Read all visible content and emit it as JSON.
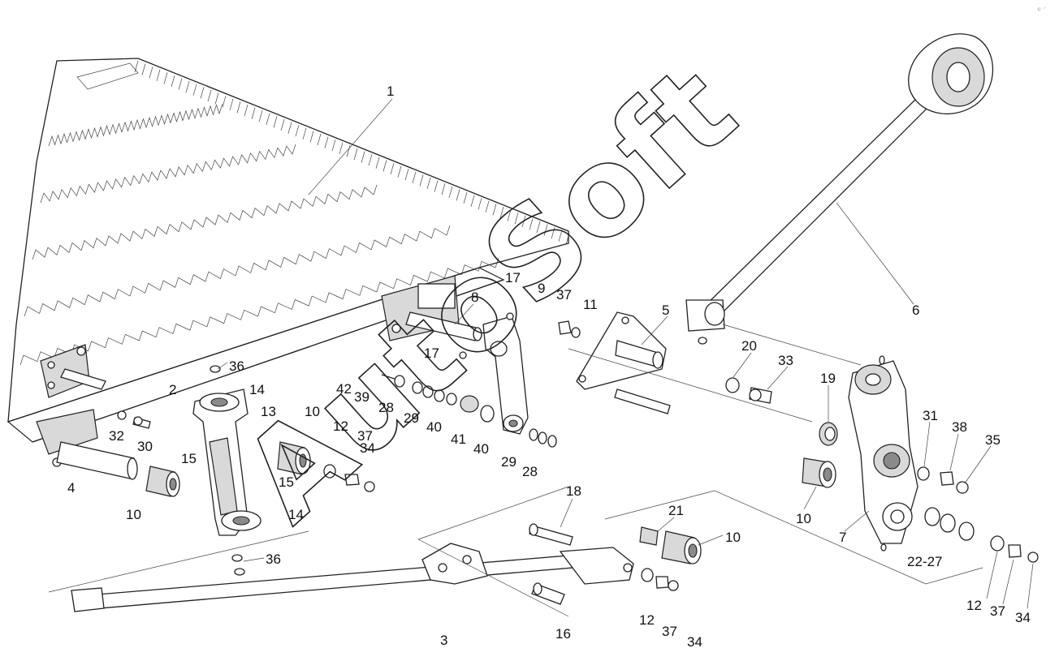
{
  "watermark": "AutoSoft",
  "corner_mark": "© ...",
  "callouts": {
    "c1": "1",
    "c2": "2",
    "c3": "3",
    "c4": "4",
    "c5": "5",
    "c6": "6",
    "c7": "7",
    "c8": "8",
    "c9": "9",
    "c10a": "10",
    "c10b": "10",
    "c10c": "10",
    "c10d": "10",
    "c11": "11",
    "c12a": "12",
    "c12b": "12",
    "c12c": "12",
    "c13": "13",
    "c14a": "14",
    "c14b": "14",
    "c15a": "15",
    "c15b": "15",
    "c16": "16",
    "c17a": "17",
    "c17b": "17",
    "c18": "18",
    "c19": "19",
    "c20": "20",
    "c21": "21",
    "c22": "22-27",
    "c28a": "28",
    "c28b": "28",
    "c29a": "29",
    "c29b": "29",
    "c30": "30",
    "c31": "31",
    "c32": "32",
    "c33": "33",
    "c34a": "34",
    "c34b": "34",
    "c34c": "34",
    "c35": "35",
    "c36a": "36",
    "c36b": "36",
    "c37a": "37",
    "c37b": "37",
    "c37c": "37",
    "c37d": "37",
    "c38": "38",
    "c39": "39",
    "c40a": "40",
    "c40b": "40",
    "c41": "41",
    "c42": "42"
  }
}
